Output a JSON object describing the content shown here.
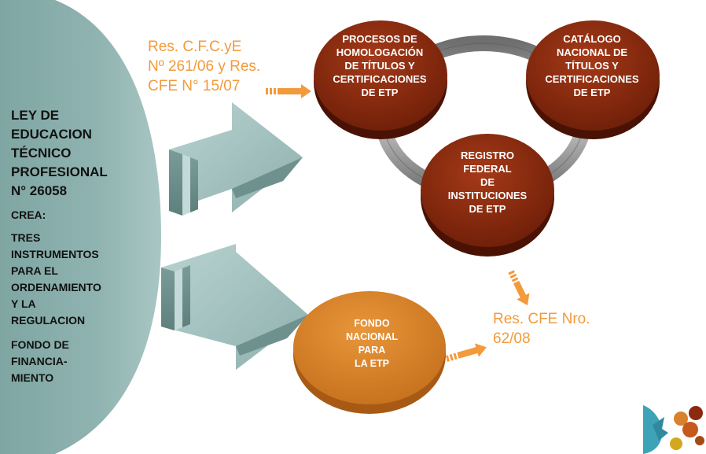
{
  "law": {
    "title_lines": [
      "LEY DE",
      "EDUCACION",
      "TÉCNICO",
      "PROFESIONAL",
      "N° 26058"
    ],
    "creates": "CREA:",
    "instruments_lines": [
      "TRES",
      "INSTRUMENTOS",
      "PARA EL",
      "ORDENAMIENTO",
      "Y LA",
      "REGULACION"
    ],
    "fund_lines": [
      "FONDO DE",
      "FINANCIA-",
      "MIENTO"
    ]
  },
  "resolutions": {
    "top_lines": [
      "Res. C.F.C.yE",
      "Nº 261/06 y Res.",
      "CFE N° 15/07"
    ],
    "bottom_lines": [
      "Res. CFE Nro.",
      "62/08"
    ]
  },
  "discs": {
    "homologation_lines": [
      "PROCESOS DE",
      "HOMOLOGACIÓN",
      "DE TÍTULOS Y",
      "CERTIFICACIONES",
      "DE ETP"
    ],
    "catalog_lines": [
      "CATÁLOGO",
      "NACIONAL DE",
      "TÍTULOS Y",
      "CERTIFICACIONES",
      "DE ETP"
    ],
    "registry_lines": [
      "REGISTRO",
      "FEDERAL",
      "DE",
      "INSTITUCIONES",
      "DE ETP"
    ],
    "fund_lines": [
      "FONDO",
      "NACIONAL",
      "PARA",
      "LA ETP"
    ]
  },
  "colors": {
    "left_panel": "#8fb3b0",
    "arrow_face": "#9fbfbd",
    "instrument_disc": "#8b2a0f",
    "fund_disc": "#d9822b",
    "resolution_text": "#f39a3b",
    "ring": "#8c8c8c"
  }
}
